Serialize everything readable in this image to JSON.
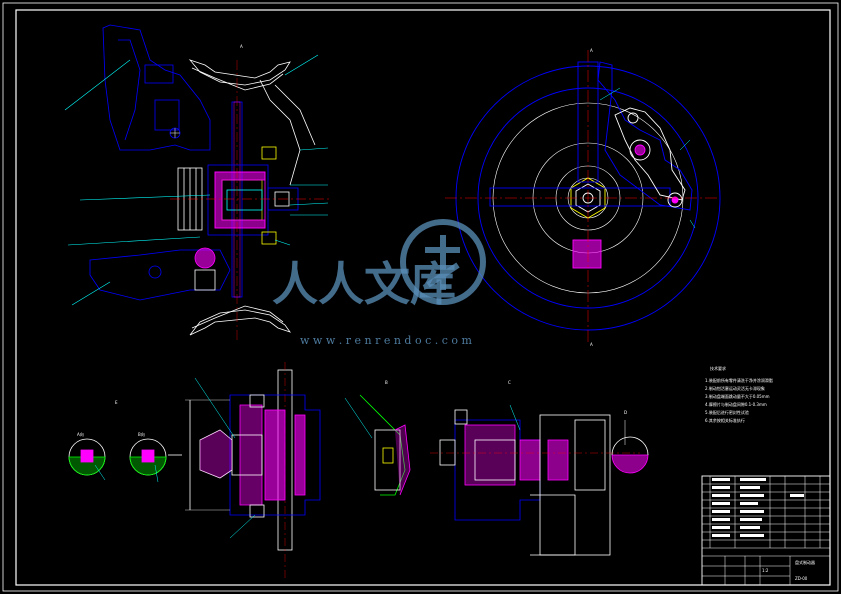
{
  "sheet": {
    "background": "#000000",
    "line_colors": {
      "frame": "#ffffff",
      "part": "#0000ff",
      "hatch": "#ff00ff",
      "center": "#ff0000",
      "section": "#00ff00",
      "leader": "#00ffff",
      "thin": "#ffffff"
    }
  },
  "watermark": {
    "cn_text": "人人文库",
    "url_text": "w w w . r e n r e n d o c . c o m",
    "color": "#5a8fb8"
  },
  "section_labels": {
    "top_left_a": "A",
    "top_right_top": "A",
    "top_right_bottom": "A",
    "mid_b": "B",
    "mid_c": "C",
    "right_d": "D",
    "far_left_e": "E"
  },
  "notes_title": "技术要求",
  "notes": [
    "1.装配前所有零件清洗干净并涂润滑脂",
    "2.制动钳活塞运动灵活无卡滞现象",
    "3.制动盘端面跳动量不大于0.05mm",
    "4.摩擦片与制动盘间隙0.1-0.3mm",
    "5.装配后进行密封性试验",
    "6.其余按相关标准执行"
  ],
  "detail_labels": {
    "left_circle": "A向",
    "right_circle": "B向"
  },
  "title_block": {
    "drawing_name": "盘式制动器",
    "drawing_no": "ZD-00",
    "scale": "1:2",
    "material": "",
    "school": ""
  }
}
